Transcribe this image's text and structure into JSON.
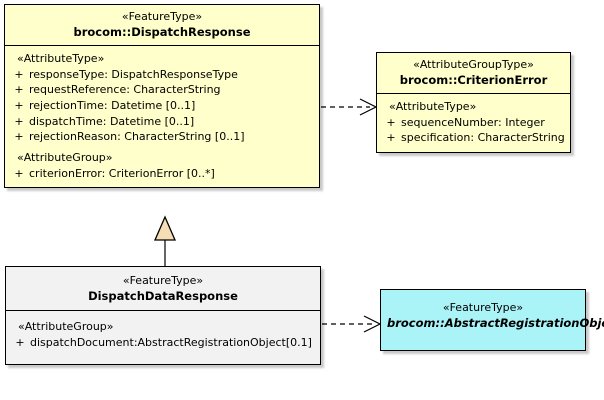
{
  "diagram": {
    "type": "uml-class-diagram",
    "background": "#ffffff",
    "colors": {
      "feature_type_fill": "#ffffcc",
      "attribute_group_type_fill": "#ffffcc",
      "subclass_fill": "#f2f2f2",
      "abstract_fill": "#aaf4f8",
      "border": "#000000",
      "generalization_arrow_fill": "#f5deb3"
    },
    "classes": [
      {
        "id": "dispatch-response",
        "stereotype": "«FeatureType»",
        "name": "brocom::DispatchResponse",
        "abstract": false,
        "compartments": [
          {
            "group": "«AttributeType»",
            "attributes": [
              {
                "visibility": "+",
                "text": "responseType: DispatchResponseType"
              },
              {
                "visibility": "+",
                "text": "requestReference: CharacterString"
              },
              {
                "visibility": "+",
                "text": "rejectionTime: Datetime [0..1]"
              },
              {
                "visibility": "+",
                "text": "dispatchTime: Datetime [0..1]"
              },
              {
                "visibility": "+",
                "text": "rejectionReason: CharacterString [0..1]"
              }
            ]
          },
          {
            "group": "«AttributeGroup»",
            "attributes": [
              {
                "visibility": "+",
                "text": "criterionError: CriterionError [0..*]"
              }
            ]
          }
        ]
      },
      {
        "id": "criterion-error",
        "stereotype": "«AttributeGroupType»",
        "name": "brocom::CriterionError",
        "abstract": false,
        "compartments": [
          {
            "group": "«AttributeType»",
            "attributes": [
              {
                "visibility": "+",
                "text": "sequenceNumber: Integer"
              },
              {
                "visibility": "+",
                "text": "specification: CharacterString"
              }
            ]
          }
        ]
      },
      {
        "id": "dispatch-data-response",
        "stereotype": "«FeatureType»",
        "name": "DispatchDataResponse",
        "abstract": false,
        "compartments": [
          {
            "group": "«AttributeGroup»",
            "attributes": [
              {
                "visibility": "+",
                "text": "dispatchDocument:AbstractRegistrationObject[0.1]"
              }
            ]
          }
        ]
      },
      {
        "id": "abstract-registration-object",
        "stereotype": "«FeatureType»",
        "name": "brocom::AbstractRegistrationObject",
        "abstract": true,
        "compartments": []
      }
    ],
    "connectors": [
      {
        "id": "dependency-dispatch-response-to-criterion-error",
        "kind": "dependency",
        "style": "dashed-open-arrow",
        "from": "dispatch-response",
        "to": "criterion-error"
      },
      {
        "id": "generalization-dispatch-data-response-to-dispatch-response",
        "kind": "generalization",
        "style": "solid-hollow-triangle",
        "from": "dispatch-data-response",
        "to": "dispatch-response"
      },
      {
        "id": "dependency-dispatch-data-response-to-abstract-registration-object",
        "kind": "dependency",
        "style": "dashed-open-arrow",
        "from": "dispatch-data-response",
        "to": "abstract-registration-object"
      }
    ]
  }
}
